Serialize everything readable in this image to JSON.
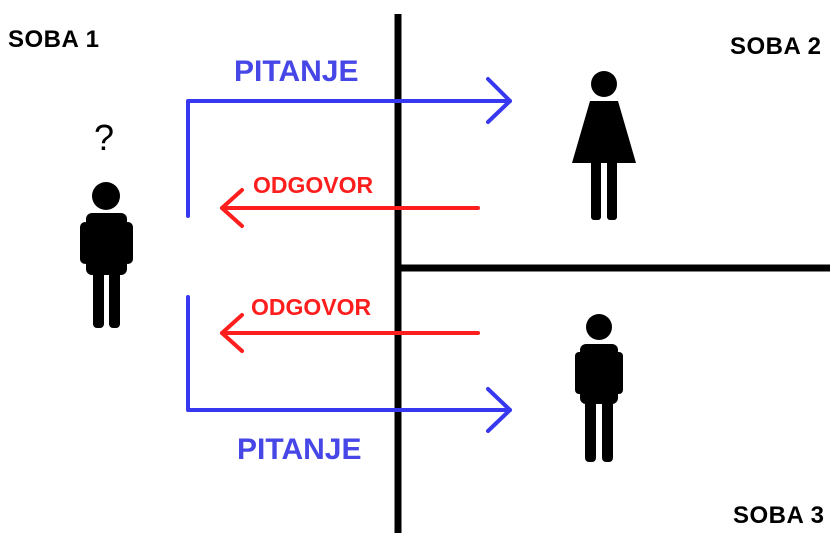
{
  "rooms": {
    "room1": "SOBA 1",
    "room2": "SOBA 2",
    "room3": "SOBA 3"
  },
  "questioner": {
    "symbol": "?",
    "icon": "person-icon"
  },
  "exchange_top": {
    "question": "PITANJE",
    "answer": "ODGOVOR",
    "respondent_icon": "woman-icon"
  },
  "exchange_bottom": {
    "question": "PITANJE",
    "answer": "ODGOVOR",
    "respondent_icon": "man-icon"
  },
  "colors": {
    "question": "#3838f0",
    "question_text": "#4747e8",
    "answer": "#ff1e1e",
    "walls": "#000000",
    "figures": "#000000"
  }
}
